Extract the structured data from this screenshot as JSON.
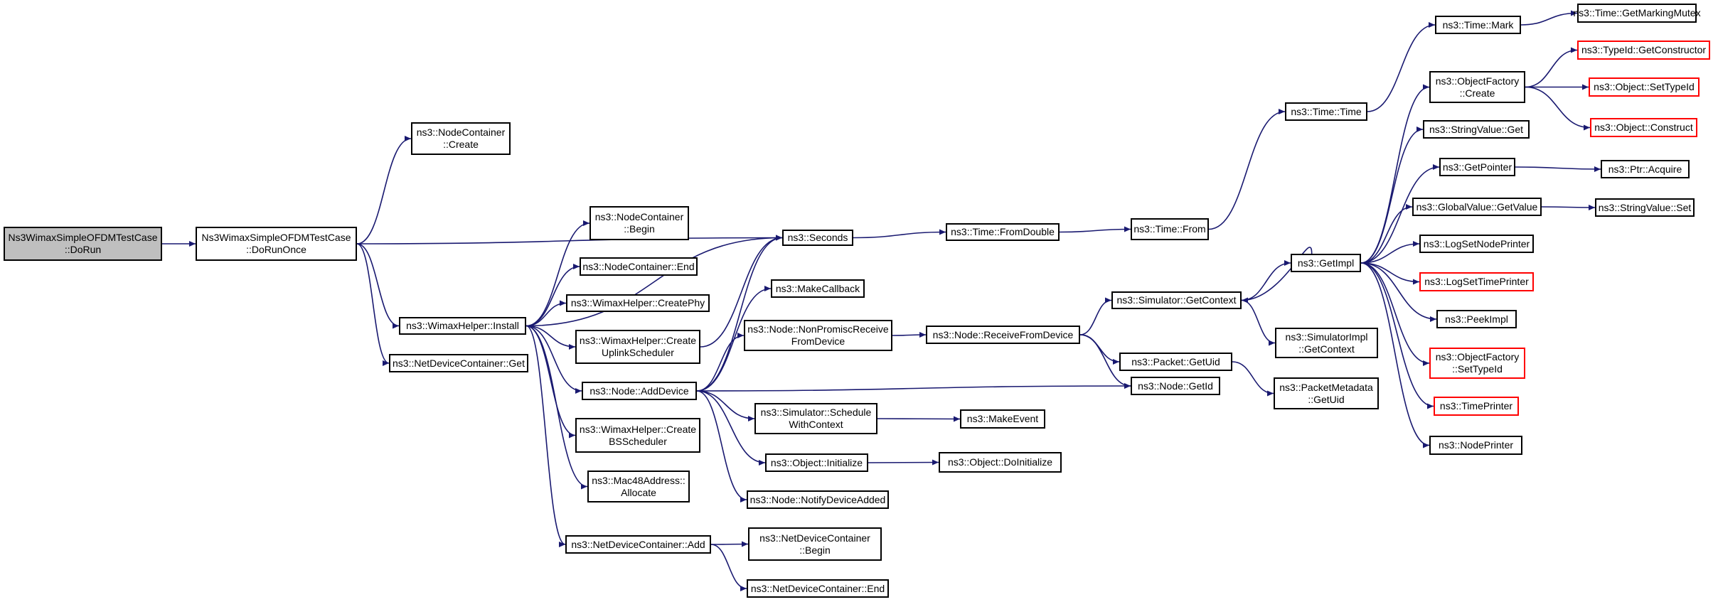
{
  "diagram": {
    "edge_color": "#191970",
    "root_fill": "#bfbfbf",
    "truncated_border": "#ff0000",
    "nodes": [
      {
        "id": "root",
        "lines": [
          "Ns3WimaxSimpleOFDMTestCase",
          "::DoRun"
        ],
        "kind": "root"
      },
      {
        "id": "dorunonce",
        "lines": [
          "Ns3WimaxSimpleOFDMTestCase",
          "::DoRunOnce"
        ]
      },
      {
        "id": "nc_create",
        "lines": [
          "ns3::NodeContainer",
          "::Create"
        ]
      },
      {
        "id": "wh_install",
        "lines": [
          "ns3::WimaxHelper::Install"
        ]
      },
      {
        "id": "ndc_get",
        "lines": [
          "ns3::NetDeviceContainer::Get"
        ]
      },
      {
        "id": "nc_begin",
        "lines": [
          "ns3::NodeContainer",
          "::Begin"
        ]
      },
      {
        "id": "nc_end",
        "lines": [
          "ns3::NodeContainer::End"
        ]
      },
      {
        "id": "wh_createphy",
        "lines": [
          "ns3::WimaxHelper::CreatePhy"
        ]
      },
      {
        "id": "wh_uplink",
        "lines": [
          "ns3::WimaxHelper::Create",
          "UplinkScheduler"
        ]
      },
      {
        "id": "node_adddevice",
        "lines": [
          "ns3::Node::AddDevice"
        ]
      },
      {
        "id": "wh_bs",
        "lines": [
          "ns3::WimaxHelper::Create",
          "BSScheduler"
        ]
      },
      {
        "id": "mac48",
        "lines": [
          "ns3::Mac48Address::",
          "Allocate"
        ]
      },
      {
        "id": "ndc_add",
        "lines": [
          "ns3::NetDeviceContainer::Add"
        ]
      },
      {
        "id": "seconds",
        "lines": [
          "ns3::Seconds"
        ]
      },
      {
        "id": "makecallback",
        "lines": [
          "ns3::MakeCallback"
        ]
      },
      {
        "id": "nonpromisc",
        "lines": [
          "ns3::Node::NonPromiscReceive",
          "FromDevice"
        ]
      },
      {
        "id": "schedulewithctx",
        "lines": [
          "ns3::Simulator::Schedule",
          "WithContext"
        ]
      },
      {
        "id": "obj_initialize",
        "lines": [
          "ns3::Object::Initialize"
        ]
      },
      {
        "id": "notifydevice",
        "lines": [
          "ns3::Node::NotifyDeviceAdded"
        ]
      },
      {
        "id": "ndc_begin",
        "lines": [
          "ns3::NetDeviceContainer",
          "::Begin"
        ]
      },
      {
        "id": "ndc_end",
        "lines": [
          "ns3::NetDeviceContainer::End"
        ]
      },
      {
        "id": "time_fromdouble",
        "lines": [
          "ns3::Time::FromDouble"
        ]
      },
      {
        "id": "receivefromdevice",
        "lines": [
          "ns3::Node::ReceiveFromDevice"
        ]
      },
      {
        "id": "makeevent",
        "lines": [
          "ns3::MakeEvent"
        ]
      },
      {
        "id": "doinitialize",
        "lines": [
          "ns3::Object::DoInitialize"
        ]
      },
      {
        "id": "time_from",
        "lines": [
          "ns3::Time::From"
        ]
      },
      {
        "id": "sim_getcontext",
        "lines": [
          "ns3::Simulator::GetContext"
        ]
      },
      {
        "id": "packet_getuid",
        "lines": [
          "ns3::Packet::GetUid"
        ]
      },
      {
        "id": "node_getid",
        "lines": [
          "ns3::Node::GetId"
        ]
      },
      {
        "id": "time_time",
        "lines": [
          "ns3::Time::Time"
        ]
      },
      {
        "id": "getimpl",
        "lines": [
          "ns3::GetImpl"
        ]
      },
      {
        "id": "simimpl_getcontext",
        "lines": [
          "ns3::SimulatorImpl",
          "::GetContext"
        ]
      },
      {
        "id": "pktmeta_getuid",
        "lines": [
          "ns3::PacketMetadata",
          "::GetUid"
        ]
      },
      {
        "id": "time_mark",
        "lines": [
          "ns3::Time::Mark"
        ]
      },
      {
        "id": "objfactory_create",
        "lines": [
          "ns3::ObjectFactory",
          "::Create"
        ]
      },
      {
        "id": "stringvalue_get",
        "lines": [
          "ns3::StringValue::Get"
        ]
      },
      {
        "id": "getpointer",
        "lines": [
          "ns3::GetPointer"
        ]
      },
      {
        "id": "globalvalue_getvalue",
        "lines": [
          "ns3::GlobalValue::GetValue"
        ]
      },
      {
        "id": "logsetnodeprinter",
        "lines": [
          "ns3::LogSetNodePrinter"
        ]
      },
      {
        "id": "logsettimeprinter",
        "lines": [
          "ns3::LogSetTimePrinter"
        ],
        "kind": "truncated"
      },
      {
        "id": "peekimpl",
        "lines": [
          "ns3::PeekImpl"
        ]
      },
      {
        "id": "objfactory_settypeid",
        "lines": [
          "ns3::ObjectFactory",
          "::SetTypeId"
        ],
        "kind": "truncated"
      },
      {
        "id": "timeprinter",
        "lines": [
          "ns3::TimePrinter"
        ],
        "kind": "truncated"
      },
      {
        "id": "nodeprinter",
        "lines": [
          "ns3::NodePrinter"
        ]
      },
      {
        "id": "time_getmarkingmutex",
        "lines": [
          "ns3::Time::GetMarkingMutex"
        ]
      },
      {
        "id": "typeid_getconstructor",
        "lines": [
          "ns3::TypeId::GetConstructor"
        ],
        "kind": "truncated"
      },
      {
        "id": "object_settypeid",
        "lines": [
          "ns3::Object::SetTypeId"
        ],
        "kind": "truncated"
      },
      {
        "id": "object_construct",
        "lines": [
          "ns3::Object::Construct"
        ],
        "kind": "truncated"
      },
      {
        "id": "ptr_acquire",
        "lines": [
          "ns3::Ptr::Acquire"
        ]
      },
      {
        "id": "stringvalue_set",
        "lines": [
          "ns3::StringValue::Set"
        ]
      }
    ],
    "edges": [
      [
        "root",
        "dorunonce"
      ],
      [
        "dorunonce",
        "nc_create"
      ],
      [
        "dorunonce",
        "seconds"
      ],
      [
        "dorunonce",
        "wh_install"
      ],
      [
        "dorunonce",
        "ndc_get"
      ],
      [
        "wh_install",
        "nc_begin"
      ],
      [
        "wh_install",
        "nc_end"
      ],
      [
        "wh_install",
        "wh_createphy"
      ],
      [
        "wh_install",
        "wh_uplink"
      ],
      [
        "wh_install",
        "node_adddevice"
      ],
      [
        "wh_install",
        "wh_bs"
      ],
      [
        "wh_install",
        "mac48"
      ],
      [
        "wh_install",
        "ndc_add"
      ],
      [
        "wh_install",
        "seconds"
      ],
      [
        "wh_uplink",
        "seconds"
      ],
      [
        "node_adddevice",
        "seconds"
      ],
      [
        "node_adddevice",
        "makecallback"
      ],
      [
        "node_adddevice",
        "nonpromisc"
      ],
      [
        "node_adddevice",
        "node_getid"
      ],
      [
        "node_adddevice",
        "schedulewithctx"
      ],
      [
        "node_adddevice",
        "obj_initialize"
      ],
      [
        "node_adddevice",
        "notifydevice"
      ],
      [
        "ndc_add",
        "ndc_begin"
      ],
      [
        "ndc_add",
        "ndc_end"
      ],
      [
        "seconds",
        "time_fromdouble"
      ],
      [
        "time_fromdouble",
        "time_from"
      ],
      [
        "time_from",
        "time_time"
      ],
      [
        "time_time",
        "time_mark"
      ],
      [
        "time_mark",
        "time_getmarkingmutex"
      ],
      [
        "nonpromisc",
        "receivefromdevice"
      ],
      [
        "receivefromdevice",
        "sim_getcontext"
      ],
      [
        "receivefromdevice",
        "packet_getuid"
      ],
      [
        "receivefromdevice",
        "node_getid"
      ],
      [
        "schedulewithctx",
        "makeevent"
      ],
      [
        "obj_initialize",
        "doinitialize"
      ],
      [
        "sim_getcontext",
        "getimpl"
      ],
      [
        "sim_getcontext",
        "simimpl_getcontext"
      ],
      [
        "packet_getuid",
        "pktmeta_getuid"
      ],
      [
        "getimpl",
        "objfactory_create"
      ],
      [
        "getimpl",
        "stringvalue_get"
      ],
      [
        "getimpl",
        "getpointer"
      ],
      [
        "getimpl",
        "globalvalue_getvalue"
      ],
      [
        "getimpl",
        "logsetnodeprinter"
      ],
      [
        "getimpl",
        "logsettimeprinter"
      ],
      [
        "getimpl",
        "peekimpl"
      ],
      [
        "getimpl",
        "objfactory_settypeid"
      ],
      [
        "getimpl",
        "timeprinter"
      ],
      [
        "getimpl",
        "nodeprinter"
      ],
      [
        "getimpl",
        "sim_getcontext"
      ],
      [
        "objfactory_create",
        "typeid_getconstructor"
      ],
      [
        "objfactory_create",
        "object_settypeid"
      ],
      [
        "objfactory_create",
        "object_construct"
      ],
      [
        "getpointer",
        "ptr_acquire"
      ],
      [
        "globalvalue_getvalue",
        "stringvalue_set"
      ]
    ]
  }
}
